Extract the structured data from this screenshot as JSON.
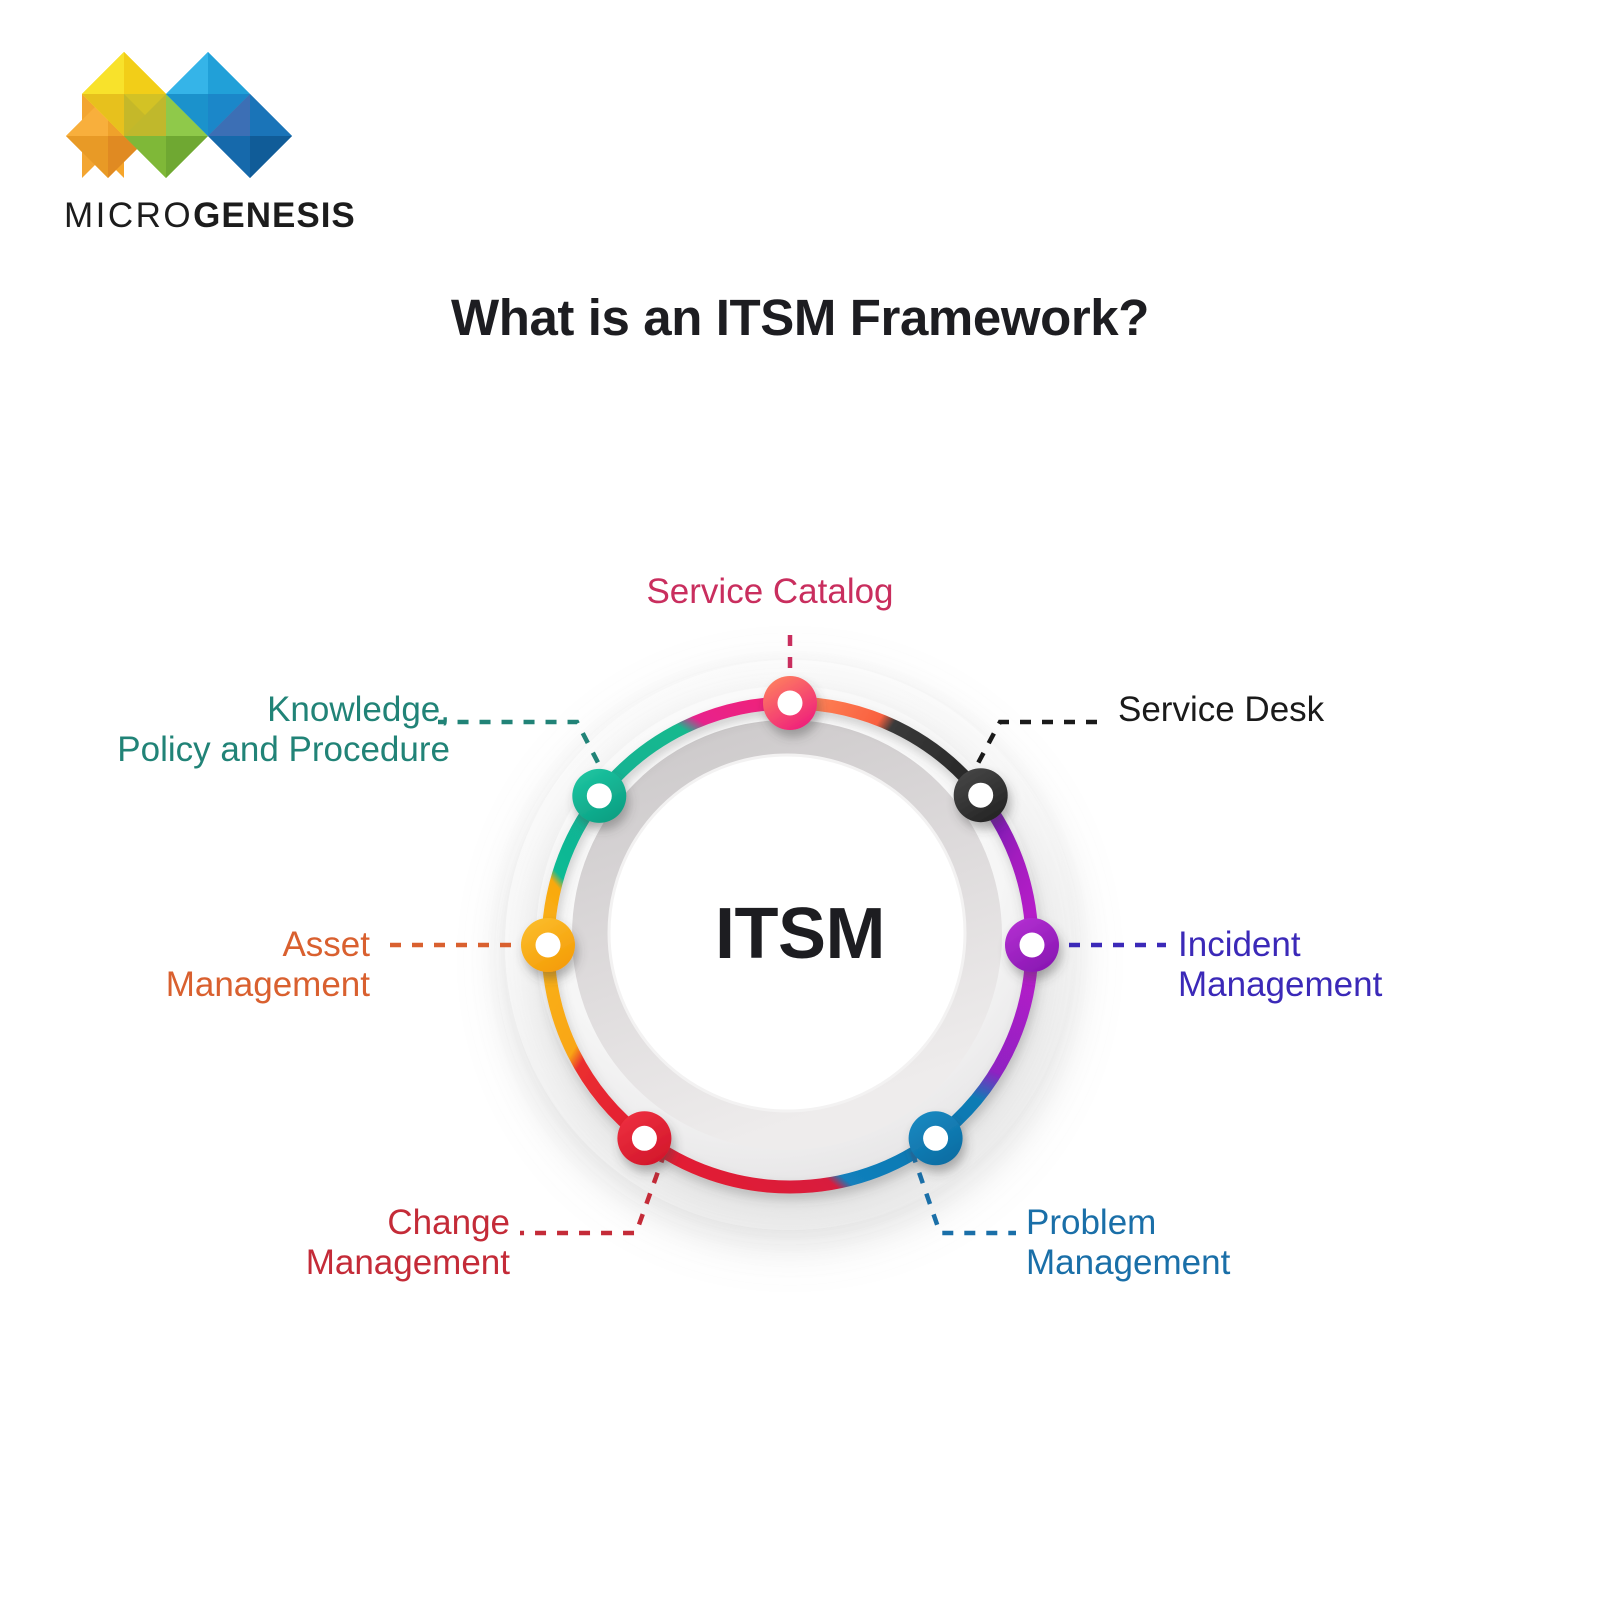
{
  "brand": {
    "name_light": "MICRO",
    "name_bold": "GENESIS",
    "logo_icon": "microgenesis-diamond-logo",
    "logo_colors": {
      "yellow": "#F6D718",
      "yellow_dark": "#E0B41C",
      "orange": "#F6A52A",
      "orange_dark": "#E08A22",
      "green_light": "#8DC63F",
      "green_dark": "#6FA832",
      "blue_light": "#27A9E1",
      "blue_mid": "#1B87C9",
      "blue_dark": "#1667A8",
      "blue_steel": "#3C6FB5"
    }
  },
  "header": {
    "title": "What is an ITSM Framework?"
  },
  "diagram": {
    "center_label": "ITSM",
    "type": "circular-process-ring",
    "ring_background": "#F2F1F2",
    "nodes": [
      {
        "id": "service-catalog",
        "label": "Service Catalog",
        "color": "#C92E5E",
        "segment_color_start": "#FF7A59",
        "segment_color_end": "#F0247A",
        "node_color": "#F0247A",
        "angle_deg": -90,
        "label_align": "center"
      },
      {
        "id": "service-desk",
        "label": "Service Desk",
        "color": "#1A1A1A",
        "segment_color_start": "#FF7A59",
        "segment_color_end": "#2E2E2E",
        "node_color": "#333333",
        "angle_deg": -38,
        "label_align": "right"
      },
      {
        "id": "incident-management",
        "label": "Incident\nManagement",
        "color": "#3B29B8",
        "segment_color_start": "#7B19B8",
        "segment_color_end": "#A619C4",
        "node_color": "#A020C0",
        "angle_deg": 0,
        "label_align": "right"
      },
      {
        "id": "problem-management",
        "label": "Problem\nManagement",
        "color": "#1A6FA8",
        "segment_color_start": "#0F7CB5",
        "segment_color_end": "#1B7FB8",
        "node_color": "#1177AE",
        "angle_deg": 53,
        "label_align": "right"
      },
      {
        "id": "change-management",
        "label": "Change\nManagement",
        "color": "#C42B38",
        "segment_color_start": "#E81E32",
        "segment_color_end": "#D61E4E",
        "node_color": "#E31E32",
        "angle_deg": 127,
        "label_align": "left"
      },
      {
        "id": "asset-management",
        "label": "Asset\nManagement",
        "color": "#D9602F",
        "segment_color_start": "#F8A41B",
        "segment_color_end": "#F9B41B",
        "node_color": "#F9AC13",
        "angle_deg": 180,
        "label_align": "left"
      },
      {
        "id": "knowledge-policy-procedure",
        "label": "Knowledge,\nPolicy and Procedure",
        "color": "#218377",
        "segment_color_start": "#0FBA94",
        "segment_color_end": "#14A98C",
        "node_color": "#14B596",
        "angle_deg": -142,
        "label_align": "left"
      }
    ]
  }
}
